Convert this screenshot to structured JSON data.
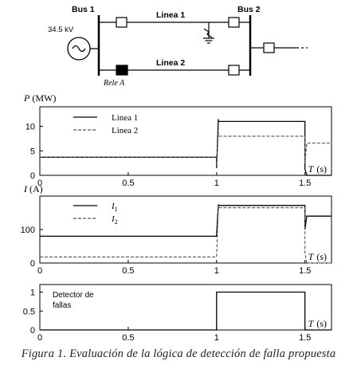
{
  "diagram": {
    "source_label": "34.5 kV",
    "bus1_label": "Bus 1",
    "bus2_label": "Bus 2",
    "line1_label": "Linea 1",
    "line2_label": "Linea 2",
    "relay_label": "Rele A"
  },
  "chart_data": [
    {
      "type": "line",
      "title": "",
      "ylabel_symbol": "P",
      "ylabel_unit": "(MW)",
      "xlabel_symbol": "T",
      "xlabel_unit": "(s)",
      "xlim": [
        0,
        1.65
      ],
      "ylim": [
        0,
        14
      ],
      "xticks": [
        {
          "v": 0,
          "t": "0"
        },
        {
          "v": 0.5,
          "t": "0.5"
        },
        {
          "v": 1,
          "t": "1"
        },
        {
          "v": 1.5,
          "t": "1.5"
        }
      ],
      "yticks": [
        {
          "v": 0,
          "t": "0"
        },
        {
          "v": 5,
          "t": "5"
        },
        {
          "v": 10,
          "t": "10"
        }
      ],
      "legend": {
        "position": "top-left"
      },
      "series": [
        {
          "name": "Linea 1",
          "style": "solid",
          "x": [
            0,
            1.0,
            1.0,
            1.01,
            1.01,
            1.5,
            1.5,
            1.51,
            1.51,
            1.65
          ],
          "y": [
            3.7,
            3.7,
            1.5,
            11.5,
            11.0,
            11.0,
            1.2,
            0.2,
            0,
            0
          ]
        },
        {
          "name": "Linea 2",
          "style": "dashed",
          "x": [
            0,
            1.0,
            1.0,
            1.01,
            1.01,
            1.5,
            1.5,
            1.51,
            1.51,
            1.65
          ],
          "y": [
            3.7,
            3.7,
            2.0,
            9.0,
            8.0,
            8.0,
            2.5,
            6.5,
            6.6,
            6.6
          ]
        }
      ]
    },
    {
      "type": "line",
      "title": "",
      "ylabel_symbol": "I",
      "ylabel_unit": "(A)",
      "xlabel_symbol": "T",
      "xlabel_unit": "(s)",
      "xlim": [
        0,
        1.65
      ],
      "ylim": [
        0,
        200
      ],
      "xticks": [
        {
          "v": 0,
          "t": "0"
        },
        {
          "v": 0.5,
          "t": "0.5"
        },
        {
          "v": 1,
          "t": "1"
        },
        {
          "v": 1.5,
          "t": "1.5"
        }
      ],
      "yticks": [
        {
          "v": 0,
          "t": "0"
        },
        {
          "v": 100,
          "t": "100"
        }
      ],
      "legend": {
        "position": "top-left"
      },
      "series": [
        {
          "name": "I",
          "sub": "1",
          "style": "solid",
          "x": [
            0,
            1.0,
            1.0,
            1.01,
            1.01,
            1.5,
            1.5,
            1.51,
            1.51,
            1.65
          ],
          "y": [
            80,
            80,
            85,
            175,
            172,
            172,
            100,
            140,
            140,
            140
          ]
        },
        {
          "name": "I",
          "sub": "2",
          "style": "dashed",
          "x": [
            0,
            1.0,
            1.0,
            1.01,
            1.01,
            1.5,
            1.5,
            1.51,
            1.51,
            1.65
          ],
          "y": [
            18,
            18,
            20,
            170,
            165,
            165,
            30,
            0,
            0,
            0
          ]
        }
      ]
    },
    {
      "type": "line",
      "title": "",
      "xlabel_symbol": "T",
      "xlabel_unit": "(s)",
      "xlim": [
        0,
        1.65
      ],
      "ylim": [
        0,
        1.2
      ],
      "xticks": [
        {
          "v": 0,
          "t": "0"
        },
        {
          "v": 0.5,
          "t": "0.5"
        },
        {
          "v": 1,
          "t": "1"
        },
        {
          "v": 1.5,
          "t": "1.5"
        }
      ],
      "yticks": [
        {
          "v": 0,
          "t": "0"
        },
        {
          "v": 0.5,
          "t": "0.5"
        },
        {
          "v": 1,
          "t": "1"
        }
      ],
      "annotation_lines": [
        "Detector de",
        "fallas"
      ],
      "series": [
        {
          "name": "",
          "style": "solid",
          "x": [
            0,
            1.0,
            1.0,
            1.5,
            1.5,
            1.65
          ],
          "y": [
            0,
            0,
            1,
            1,
            0,
            0
          ]
        }
      ]
    }
  ],
  "caption": "Figura 1. Evaluación de la lógica de detección de falla propuesta"
}
